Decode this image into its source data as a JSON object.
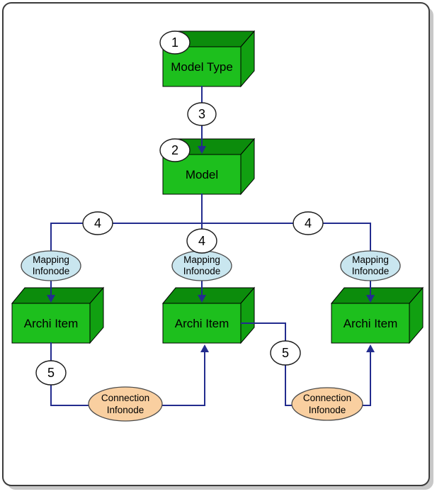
{
  "colors": {
    "page_bg": "#ffffff",
    "frame_border": "#3c3c3c",
    "frame_shadow": "#c8c8c8",
    "connector": "#232c8e",
    "cube_front": "#1dbf1d",
    "cube_top": "#0c8c0c",
    "cube_side": "#11a011",
    "mapping_fill": "#c9e6ef",
    "connection_fill": "#f9cfa0",
    "badge_fill": "#ffffff",
    "text": "#000000"
  },
  "nodes": {
    "model_type": "Model Type",
    "model": "Model",
    "archi_item_left": "Archi Item",
    "archi_item_middle": "Archi Item",
    "archi_item_right": "Archi Item"
  },
  "infonodes": {
    "mapping_left": {
      "line1": "Mapping",
      "line2": "Infonode"
    },
    "mapping_middle": {
      "line1": "Mapping",
      "line2": "Infonode"
    },
    "mapping_right": {
      "line1": "Mapping",
      "line2": "Infonode"
    },
    "connection_left": {
      "line1": "Connection",
      "line2": "Infonode"
    },
    "connection_right": {
      "line1": "Connection",
      "line2": "Infonode"
    }
  },
  "badges": {
    "step1": "1",
    "step2": "2",
    "step3": "3",
    "step4_left": "4",
    "step4_middle": "4",
    "step4_right": "4",
    "step5_left": "5",
    "step5_right": "5"
  }
}
